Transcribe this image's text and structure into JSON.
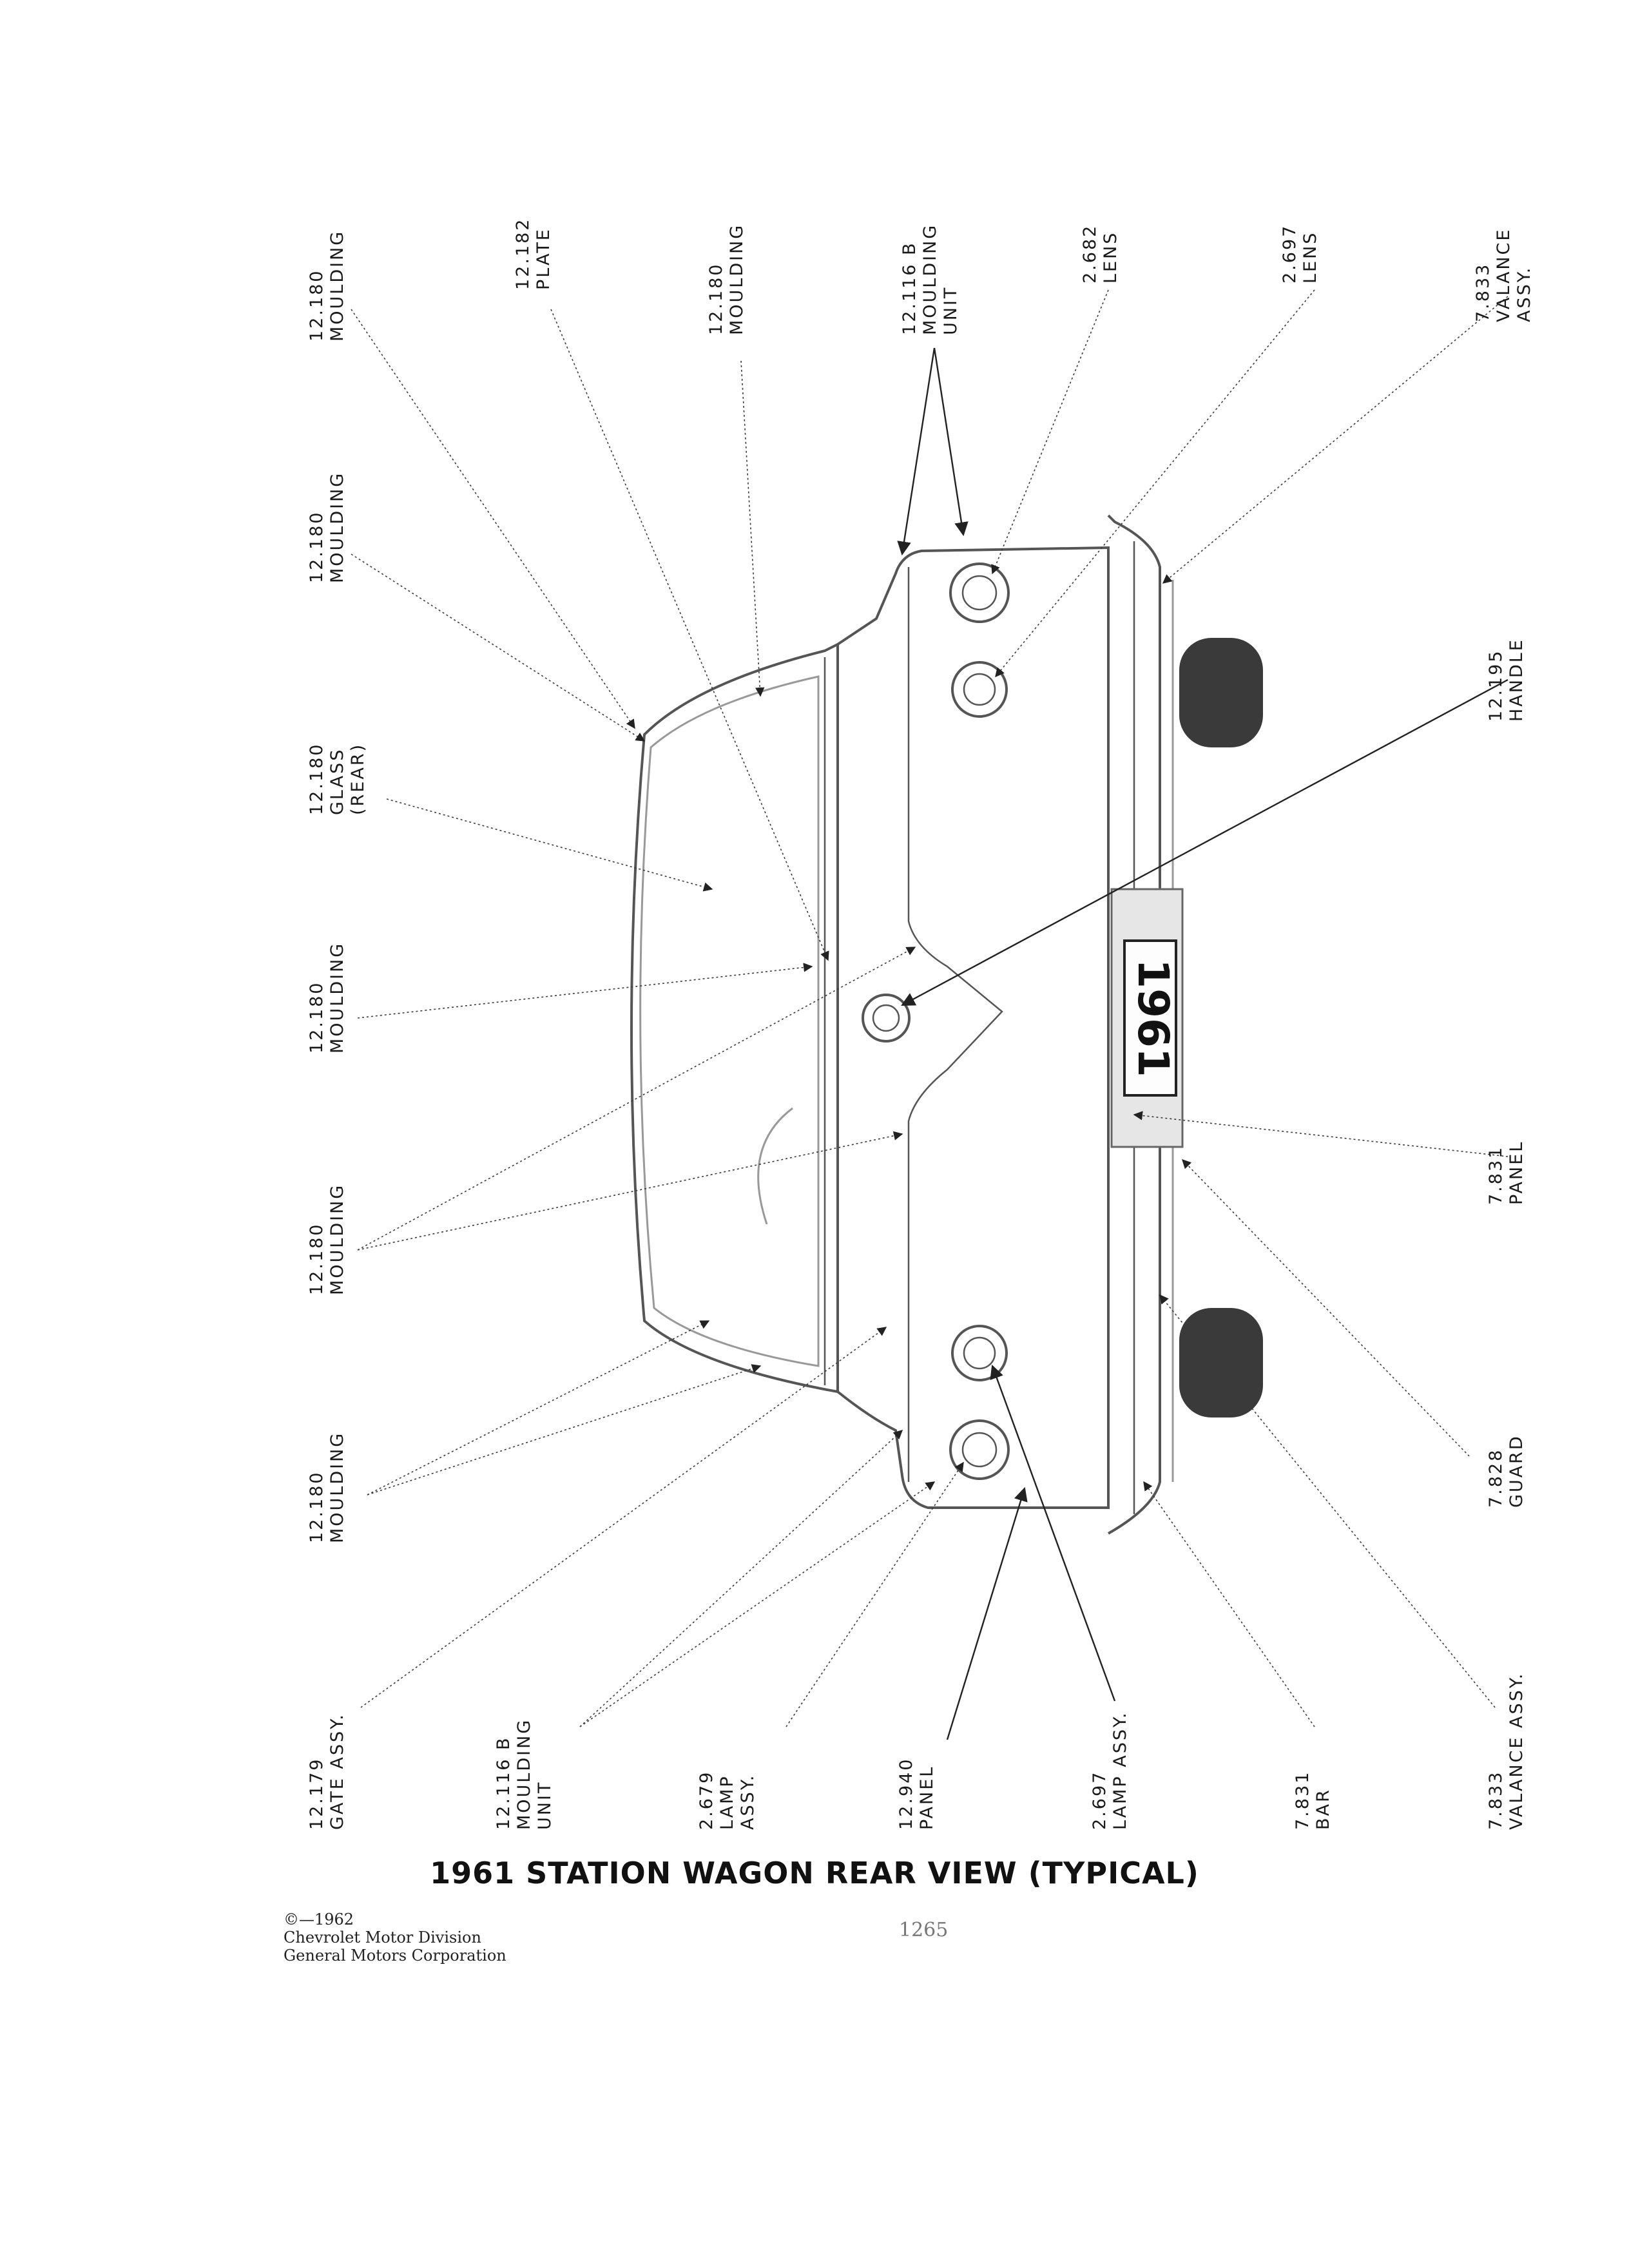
{
  "title": "1961 STATION WAGON REAR VIEW (TYPICAL)",
  "plate_text": "1961",
  "copyright": {
    "line1": "©—1962",
    "line2": "Chevrolet Motor Division",
    "line3": "General Motors Corporation"
  },
  "page_number": "1265",
  "callouts_top": [
    {
      "number": "12.180",
      "name": "MOULDING"
    },
    {
      "number": "12.182",
      "name": "PLATE"
    },
    {
      "number": "12.180",
      "name": "MOULDING"
    },
    {
      "number": "12.116 B",
      "name": "MOULDING",
      "name2": "UNIT"
    },
    {
      "number": "2.682",
      "name": "LENS"
    },
    {
      "number": "2.697",
      "name": "LENS"
    },
    {
      "number": "7.833",
      "name": "VALANCE",
      "name2": "ASSY."
    }
  ],
  "callouts_left": [
    {
      "number": "12.180",
      "name": "MOULDING"
    },
    {
      "number": "12.180",
      "name": "GLASS",
      "name2": "(REAR)"
    },
    {
      "number": "12.180",
      "name": "MOULDING"
    },
    {
      "number": "12.180",
      "name": "MOULDING"
    },
    {
      "number": "12.180",
      "name": "MOULDING"
    }
  ],
  "callouts_right": [
    {
      "number": "12.195",
      "name": "HANDLE"
    },
    {
      "number": "7.831",
      "name": "PANEL"
    },
    {
      "number": "7.828",
      "name": "GUARD"
    }
  ],
  "callouts_bottom": [
    {
      "number": "12.179",
      "name": "GATE ASSY."
    },
    {
      "number": "12.116 B",
      "name": "MOULDING",
      "name2": "UNIT"
    },
    {
      "number": "2.679",
      "name": "LAMP",
      "name2": "ASSY."
    },
    {
      "number": "12.940",
      "name": "PANEL"
    },
    {
      "number": "2.697",
      "name": "LAMP ASSY."
    },
    {
      "number": "7.831",
      "name": "BAR"
    },
    {
      "number": "7.833",
      "name": "VALANCE ASSY."
    }
  ]
}
